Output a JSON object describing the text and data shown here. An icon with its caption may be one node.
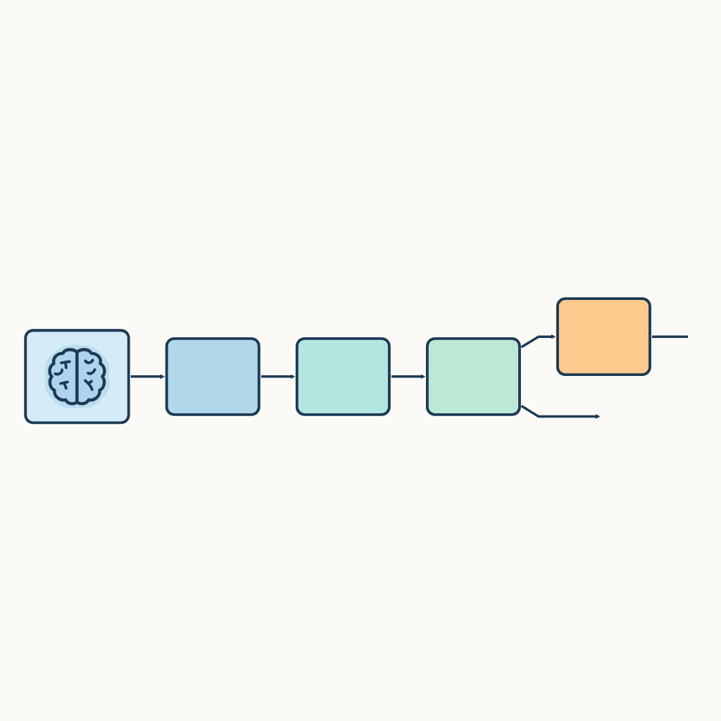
{
  "diagram": {
    "nodes": [
      {
        "text": [],
        "shape": "picture"
      },
      {
        "text": [],
        "shape": "box"
      },
      {
        "text": [],
        "shape": "box"
      },
      {
        "text": [],
        "shape": "box"
      },
      {
        "text": [],
        "shape": "box"
      }
    ],
    "edges": [
      {
        "from": 0,
        "to": 1,
        "arrow": "to"
      },
      {
        "from": 1,
        "to": 2,
        "arrow": "to"
      },
      {
        "from": 2,
        "to": 3,
        "arrow": "to"
      },
      {
        "from": 3,
        "to": 4,
        "arrow": "to"
      },
      {
        "from": 3,
        "to": null,
        "arrow": "to"
      },
      {
        "from": 4,
        "to": null,
        "arrow": "none"
      }
    ]
  }
}
